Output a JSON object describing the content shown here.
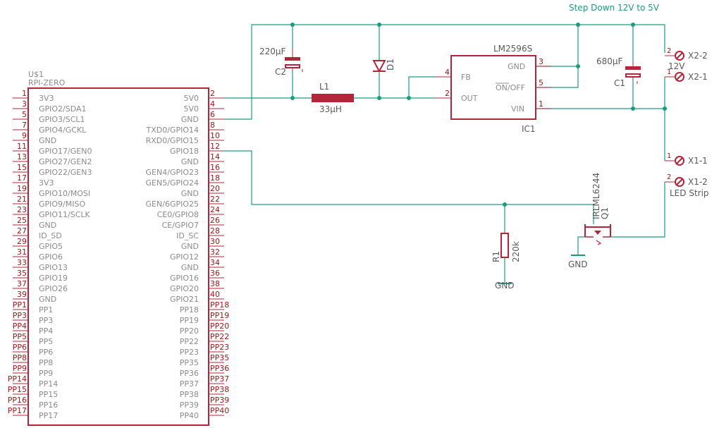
{
  "header": {
    "title": "Step Down 12V to 5V"
  },
  "rpi": {
    "ref": "U$1",
    "model": "RPI-ZERO",
    "left": [
      {
        "num": "1",
        "name": "3V3"
      },
      {
        "num": "3",
        "name": "GPIO2/SDA1"
      },
      {
        "num": "5",
        "name": "GPIO3/SCL1"
      },
      {
        "num": "7",
        "name": "GPIO4/GCKL"
      },
      {
        "num": "9",
        "name": "GND"
      },
      {
        "num": "11",
        "name": "GPIO17/GEN0"
      },
      {
        "num": "13",
        "name": "GPIO27/GEN2"
      },
      {
        "num": "15",
        "name": "GPIO22/GEN3"
      },
      {
        "num": "17",
        "name": "3V3"
      },
      {
        "num": "19",
        "name": "GPIO10/MOSI"
      },
      {
        "num": "21",
        "name": "GPIO9/MISO"
      },
      {
        "num": "23",
        "name": "GPIO11/SCLK"
      },
      {
        "num": "25",
        "name": "GND"
      },
      {
        "num": "27",
        "name": "ID_SD"
      },
      {
        "num": "29",
        "name": "GPIO5"
      },
      {
        "num": "31",
        "name": "GPIO6"
      },
      {
        "num": "33",
        "name": "GPIO13"
      },
      {
        "num": "35",
        "name": "GPIO19"
      },
      {
        "num": "37",
        "name": "GPIO26"
      },
      {
        "num": "39",
        "name": "GND"
      },
      {
        "num": "PP1",
        "name": "PP1"
      },
      {
        "num": "PP3",
        "name": "PP3"
      },
      {
        "num": "PP4",
        "name": "PP4"
      },
      {
        "num": "PP5",
        "name": "PP5"
      },
      {
        "num": "PP6",
        "name": "PP6"
      },
      {
        "num": "PP8",
        "name": "PP8"
      },
      {
        "num": "PP9",
        "name": "PP9"
      },
      {
        "num": "PP14",
        "name": "PP14"
      },
      {
        "num": "PP15",
        "name": "PP15"
      },
      {
        "num": "PP16",
        "name": "PP16"
      },
      {
        "num": "PP17",
        "name": "PP17"
      }
    ],
    "right": [
      {
        "num": "2",
        "name": "5V0"
      },
      {
        "num": "4",
        "name": "5V0"
      },
      {
        "num": "6",
        "name": "GND"
      },
      {
        "num": "8",
        "name": "TXD0/GPIO14"
      },
      {
        "num": "10",
        "name": "RXD0/GPIO15"
      },
      {
        "num": "12",
        "name": "GPIO18"
      },
      {
        "num": "14",
        "name": "GND"
      },
      {
        "num": "16",
        "name": "GEN4/GPIO23"
      },
      {
        "num": "18",
        "name": "GEN5/GPIO24"
      },
      {
        "num": "20",
        "name": "GND"
      },
      {
        "num": "22",
        "name": "GEN/6GPIO25"
      },
      {
        "num": "24",
        "name": "CE0/GPIO8"
      },
      {
        "num": "26",
        "name": "CE/GPIO7"
      },
      {
        "num": "28",
        "name": "ID_SC"
      },
      {
        "num": "30",
        "name": "GND"
      },
      {
        "num": "32",
        "name": "GPIO12"
      },
      {
        "num": "34",
        "name": "GND"
      },
      {
        "num": "36",
        "name": "GPIO16"
      },
      {
        "num": "38",
        "name": "GPIO20"
      },
      {
        "num": "40",
        "name": "GPIO21"
      },
      {
        "num": "PP18",
        "name": "PP18"
      },
      {
        "num": "PP19",
        "name": "PP19"
      },
      {
        "num": "PP20",
        "name": "PP20"
      },
      {
        "num": "PP22",
        "name": "PP22"
      },
      {
        "num": "PP23",
        "name": "PP23"
      },
      {
        "num": "PP35",
        "name": "PP35"
      },
      {
        "num": "PP36",
        "name": "PP36"
      },
      {
        "num": "PP37",
        "name": "PP37"
      },
      {
        "num": "PP38",
        "name": "PP38"
      },
      {
        "num": "PP39",
        "name": "PP39"
      },
      {
        "num": "PP40",
        "name": "PP40"
      }
    ]
  },
  "c2": {
    "ref": "C2",
    "value": "220µF"
  },
  "d1": {
    "ref": "D1"
  },
  "l1": {
    "ref": "L1",
    "value": "33µH"
  },
  "ic1": {
    "ref": "IC1",
    "part": "LM2596S",
    "pins": {
      "fb": "FB",
      "out": "OUT",
      "gnd": "GND",
      "onoff": "ON/OFF",
      "vin": "VIN"
    },
    "pin_nums": {
      "fb": "4",
      "out": "2",
      "gnd": "3",
      "onoff": "5",
      "vin": "1"
    }
  },
  "c1": {
    "ref": "C1",
    "value": "680µF"
  },
  "x2": {
    "pin2": "X2-2",
    "pin1": "X2-1",
    "label": "12V",
    "n2": "2",
    "n1": "1"
  },
  "x1": {
    "pin1": "X1-1",
    "pin2": "X1-2",
    "label": "LED Strip",
    "n1": "1",
    "n2": "2"
  },
  "q1": {
    "ref": "Q1",
    "part": "IRLML6244"
  },
  "r1": {
    "ref": "R1",
    "value": "220k"
  },
  "gnd": {
    "label": "GND"
  }
}
